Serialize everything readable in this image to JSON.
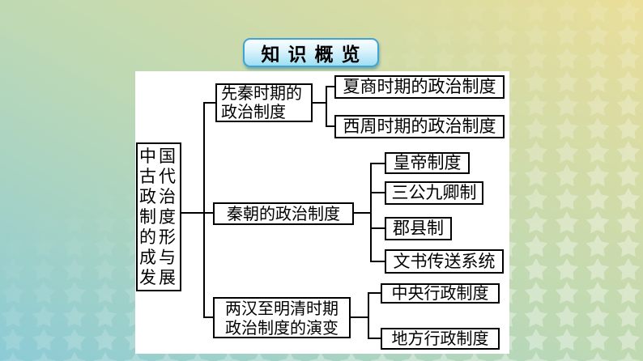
{
  "title": "知 识 概 览",
  "colors": {
    "bg_gradient_bottom_left": "#8CCBD6",
    "bg_gradient_middle": "#BED9B4",
    "bg_gradient_top_right": "#EADE99",
    "panel_background": "#FFFFFF",
    "title_border": "#3FA3D6",
    "title_fill_top": "#FAFEFF",
    "title_fill_bottom": "#9EDFF3",
    "box_border": "#000000",
    "text": "#000000",
    "star_pattern": "#FFFFFF"
  },
  "diagram": {
    "root": {
      "label": "中国古代政治制度的形成与发展",
      "rows": [
        "中国",
        "古代",
        "政治",
        "制度",
        "的形",
        "成与",
        "发展"
      ]
    },
    "branches": [
      {
        "label": "先秦时期的政治制度",
        "lines": [
          "先秦时期的",
          "政治制度"
        ],
        "children": [
          "夏商时期的政治制度",
          "西周时期的政治制度"
        ]
      },
      {
        "label": "秦朝的政治制度",
        "lines": [
          "秦朝的政治制度"
        ],
        "children": [
          "皇帝制度",
          "三公九卿制",
          "郡县制",
          "文书传送系统"
        ]
      },
      {
        "label": "两汉至明清时期政治制度的演变",
        "lines": [
          "两汉至明清时期",
          "政治制度的演变"
        ],
        "children": [
          "中央行政制度",
          "地方行政制度"
        ]
      }
    ]
  }
}
